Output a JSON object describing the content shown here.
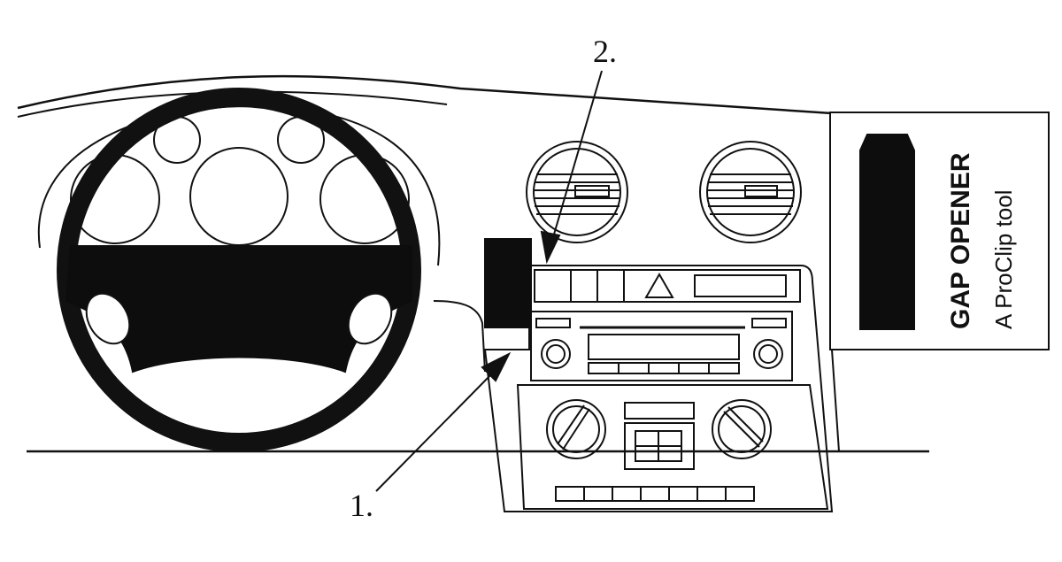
{
  "callouts": {
    "one": "1.",
    "two": "2."
  },
  "tool_box": {
    "title": "GAP OPENER",
    "subtitle": "A ProClip tool"
  },
  "colors": {
    "ink": "#111111",
    "fill": "#0d0d0d",
    "background": "#ffffff"
  }
}
